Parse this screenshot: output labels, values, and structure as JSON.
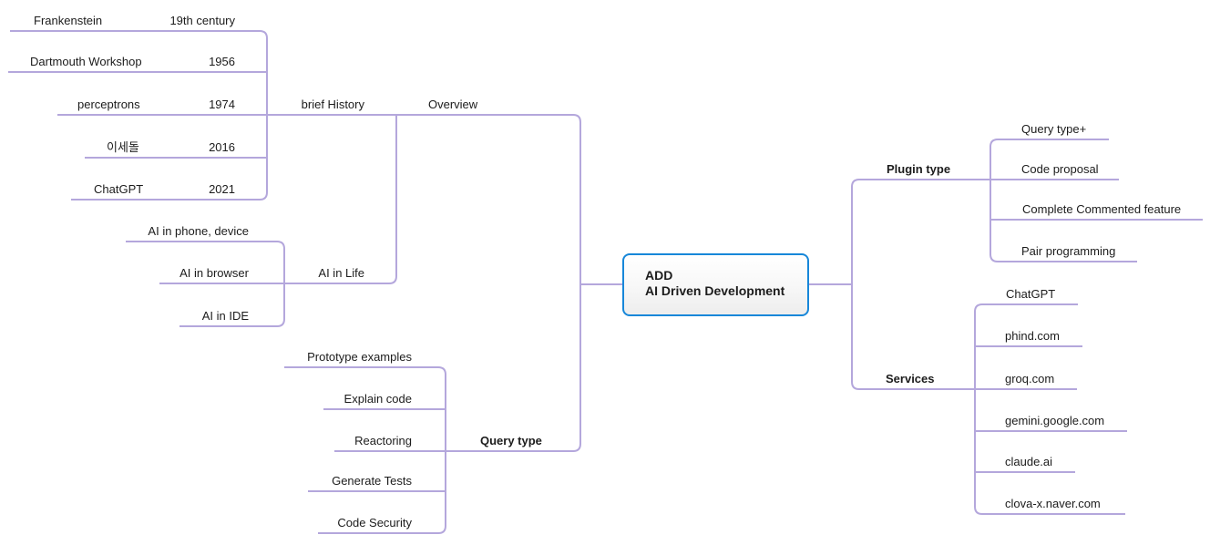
{
  "colors": {
    "branch_line": "#b4a7dc",
    "root_border": "#1787d9",
    "text": "#1c1c1c"
  },
  "root": {
    "line1": "ADD",
    "line2": "AI Driven Development"
  },
  "overview": {
    "label": "Overview",
    "brief_history": {
      "label": "brief History",
      "items": [
        {
          "label": "Frankenstein",
          "year": "19th century"
        },
        {
          "label": "Dartmouth Workshop",
          "year": "1956"
        },
        {
          "label": "perceptrons",
          "year": "1974"
        },
        {
          "label": "이세돌",
          "year": "2016"
        },
        {
          "label": "ChatGPT",
          "year": "2021"
        }
      ]
    },
    "ai_in_life": {
      "label": "AI in Life",
      "items": [
        {
          "label": "AI in phone, device"
        },
        {
          "label": "AI in browser"
        },
        {
          "label": "AI in IDE"
        }
      ]
    }
  },
  "query_type": {
    "label": "Query type",
    "items": [
      {
        "label": "Prototype examples"
      },
      {
        "label": "Explain code"
      },
      {
        "label": "Reactoring"
      },
      {
        "label": "Generate Tests"
      },
      {
        "label": "Code Security"
      }
    ]
  },
  "plugin_type": {
    "label": "Plugin type",
    "items": [
      {
        "label": "Query type+"
      },
      {
        "label": "Code proposal"
      },
      {
        "label": "Complete Commented feature"
      },
      {
        "label": "Pair programming"
      }
    ]
  },
  "services": {
    "label": "Services",
    "items": [
      {
        "label": "ChatGPT"
      },
      {
        "label": "phind.com"
      },
      {
        "label": "groq.com"
      },
      {
        "label": "gemini.google.com"
      },
      {
        "label": "claude.ai"
      },
      {
        "label": "clova-x.naver.com"
      }
    ]
  }
}
